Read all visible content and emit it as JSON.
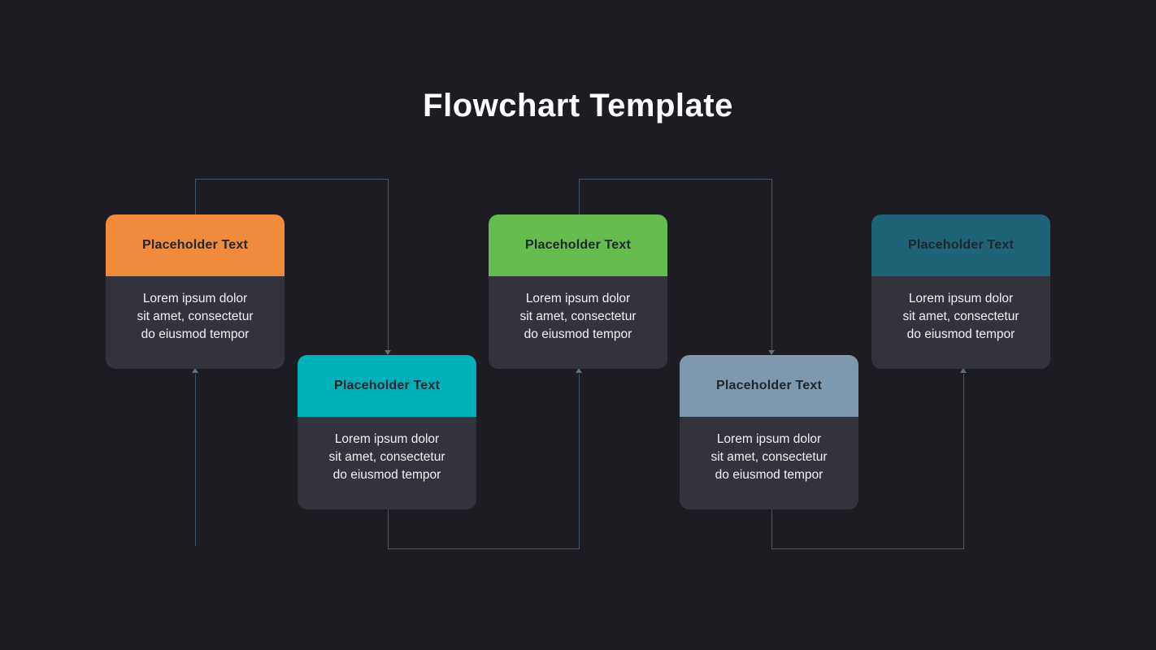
{
  "title": "Flowchart Template",
  "colors": {
    "background": "#1C1C22",
    "card-body": "#33333C",
    "connector": "#46566A",
    "arrow": "#5E6E80",
    "title-text": "#FFFFFF",
    "header-text": "#20262C",
    "body-text": "#F2F2F4"
  },
  "nodes": [
    {
      "label": "Placeholder Text",
      "body": "Lorem ipsum dolor\nsit amet, consectetur\ndo eiusmod tempor",
      "header_color": "#F08A3D"
    },
    {
      "label": "Placeholder Text",
      "body": "Lorem ipsum dolor\nsit amet, consectetur\ndo eiusmod tempor",
      "header_color": "#00B1BC"
    },
    {
      "label": "Placeholder Text",
      "body": "Lorem ipsum dolor\nsit amet, consectetur\ndo eiusmod tempor",
      "header_color": "#66BB4E"
    },
    {
      "label": "Placeholder Text",
      "body": "Lorem ipsum dolor\nsit amet, consectetur\ndo eiusmod tempor",
      "header_color": "#7E99AE"
    },
    {
      "label": "Placeholder Text",
      "body": "Lorem ipsum dolor\nsit amet, consectetur\ndo eiusmod tempor",
      "header_color": "#1E6377"
    }
  ]
}
